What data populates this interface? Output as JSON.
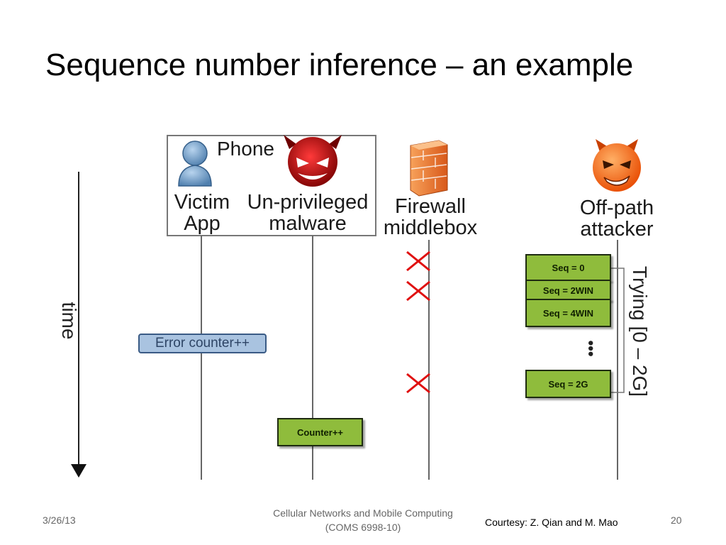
{
  "slide": {
    "title": "Sequence number inference – an example"
  },
  "diagram": {
    "group_label": "Phone",
    "time_label": "time",
    "actors": [
      {
        "name": "victim-app",
        "label": "Victim\nApp"
      },
      {
        "name": "malware",
        "label": "Un-privileged\nmalware"
      },
      {
        "name": "firewall",
        "label": "Firewall\nmiddlebox"
      },
      {
        "name": "attacker",
        "label": "Off-path\nattacker"
      }
    ],
    "events": {
      "error_counter": "Error counter++",
      "counter": "Counter++"
    },
    "seq_boxes": [
      "Seq = 0",
      "Seq = 2WIN",
      "Seq = 4WIN",
      "Seq = 2G"
    ],
    "ellipsis": "•••",
    "trying_label": "Trying [0 – 2G]",
    "icons": [
      "user-icon",
      "devil-malware-icon",
      "firewall-brick-icon",
      "attacker-devil-icon",
      "blocked-x-icon"
    ],
    "colors": {
      "seq_box": "#8fbc3c",
      "error_box": "#a9c3e0",
      "blocked_x": "#e01010",
      "brick": "#e8701c"
    }
  },
  "footer": {
    "date": "3/26/13",
    "course_line1": "Cellular Networks and Mobile Computing",
    "course_line2": "(COMS 6998-10)",
    "courtesy": "Courtesy: Z. Qian and M. Mao",
    "page_number": "20"
  }
}
